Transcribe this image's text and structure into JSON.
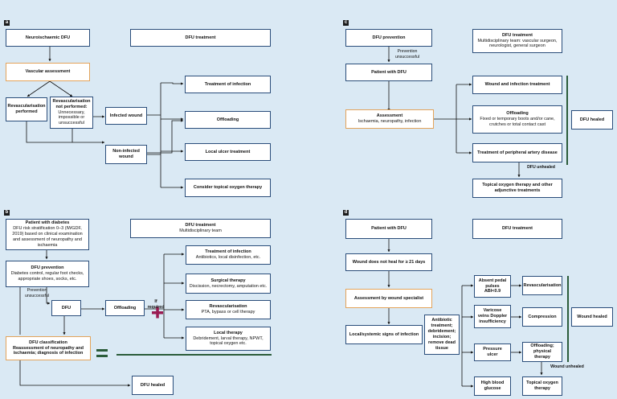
{
  "colors": {
    "background": "#dae9f4",
    "border": "#2a4d7a",
    "highlight": "#e3a35a",
    "green": "#2b5c3a",
    "magenta": "#9a1b52"
  },
  "panels": {
    "a": {
      "label": "a",
      "neuro": "Neuroischaemic DFU",
      "treatment": "DFU treatment",
      "vascular": "Vascular assessment",
      "revasc_performed": "Revascularisation performed",
      "revasc_not_title": "Revascularisation not performed:",
      "revasc_not_text": "Unnecessary, impossible or unsuccessful",
      "infected": "Infected wound",
      "non_infected": "Non-infected wound",
      "t_infection": "Treatment of infection",
      "offloading": "Offloading",
      "local_ulcer": "Local ulcer treatment",
      "topical": "Consider topical oxygen therapy"
    },
    "b": {
      "label": "b",
      "diabetes_title": "Patient with diabetes",
      "diabetes_text": "DFU risk stratification 0–3 (IWGDF, 2019) based on clinical examination and assessment of neuropathy and ischaemia",
      "prevention_title": "DFU prevention",
      "prevention_text": "Diabetes control, regular foot checks, appropriate shoes, socks, etc.",
      "prevention_unsuccessful": "Prevention unsuccessful",
      "dfu": "DFU",
      "offloading": "Offloading",
      "if_required": "If required",
      "treatment_title": "DFU treatment",
      "treatment_text": "Multidisciplinary team",
      "infection_title": "Treatment of infection",
      "infection_text": "Antibiotics, local disinfection, etc.",
      "surgical_title": "Surgical therapy",
      "surgical_text": "Discission, necrectomy, amputation etc.",
      "revasc_title": "Revascularisation",
      "revasc_text": "PTA, bypass or cell therapy",
      "local_title": "Local therapy",
      "local_text": "Debridement, larval therapy, NPWT, topical oxygen etc.",
      "classification_title": "DFU classification",
      "classification_text": "Reassessment of neuropathy and ischaemia; diagnosis of infection",
      "healed": "DFU healed"
    },
    "c": {
      "label": "c",
      "prevention": "DFU prevention",
      "prevention_unsuccessful": "Prevention unsuccessful",
      "treatment_title": "DFU treatment",
      "treatment_text": "Multidisciplinary team: vascular surgeon, neurologist, general surgeon",
      "patient": "Patient with DFU",
      "assessment_title": "Assessment",
      "assessment_text": "Ischaemia, neuropathy, infection",
      "wound_infection": "Wound and infection treatment",
      "offloading_title": "Offloading",
      "offloading_text": "Fixed or temporary boots and/or cane, crutches or total contact cast",
      "pad": "Treatment of peripheral artery disease",
      "healed": "DFU healed",
      "unhealed": "DFU unhealed",
      "topical": "Topical oxygen therapy and other adjunctive treatments"
    },
    "d": {
      "label": "d",
      "patient": "Patient with DFU",
      "treatment": "DFU treatment",
      "not_heal": "Wound does not heal for ≥ 21 days",
      "specialist": "Assessment by wound specialist",
      "local_signs": "Local/systemic signs of infection",
      "antibiotic": "Antibiotic treatment; debridement; incision; remove dead tissue",
      "absent_pulses": "Absent pedal pulses ABI<0.9",
      "revasc": "Revascularisation",
      "varicose": "Varicose veins Doppler insufficiency",
      "compression": "Compression",
      "pressure": "Pressure ulcer",
      "offloading": "Offloading; physical therapy",
      "wound_unhealed": "Wound unhealed",
      "high_glucose": "High blood glucose",
      "topical": "Topical oxygen therapy",
      "healed": "Wound healed"
    }
  }
}
